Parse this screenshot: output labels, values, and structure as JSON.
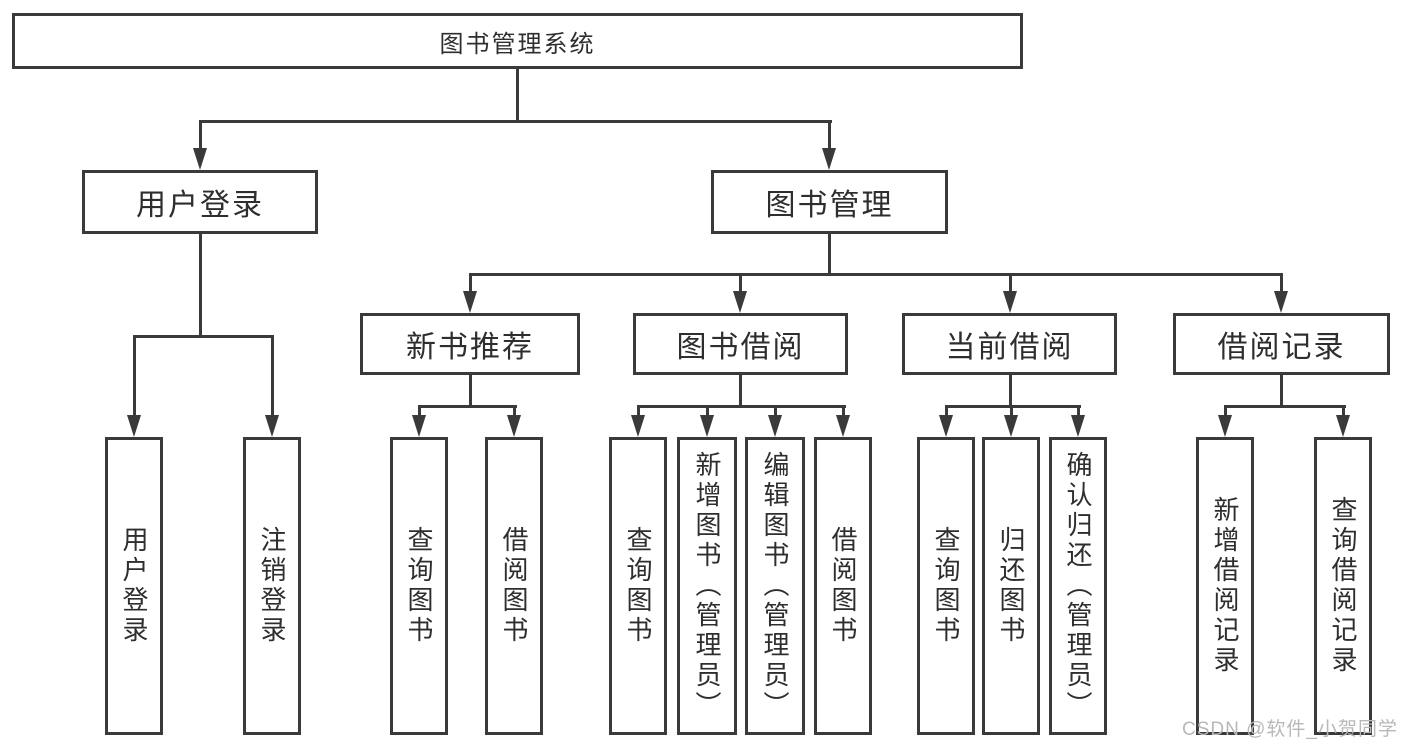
{
  "colors": {
    "line": "#3a3a3a",
    "text": "#2e2e2e",
    "watermark": "#b8b8b8",
    "bg": "#ffffff"
  },
  "watermark": {
    "text": "CSDN @软件_小贺同学"
  },
  "tree": {
    "label": "图书管理系统",
    "children": [
      {
        "label": "用户登录",
        "children": [
          {
            "label": "用户登录"
          },
          {
            "label": "注销登录"
          }
        ]
      },
      {
        "label": "图书管理",
        "children": [
          {
            "label": "新书推荐",
            "children": [
              {
                "label": "查询图书"
              },
              {
                "label": "借阅图书"
              }
            ]
          },
          {
            "label": "图书借阅",
            "children": [
              {
                "label": "查询图书"
              },
              {
                "label": "新增图书（管理员）"
              },
              {
                "label": "编辑图书（管理员）"
              },
              {
                "label": "借阅图书"
              }
            ]
          },
          {
            "label": "当前借阅",
            "children": [
              {
                "label": "查询图书"
              },
              {
                "label": "归还图书"
              },
              {
                "label": "确认归还（管理员）"
              }
            ]
          },
          {
            "label": "借阅记录",
            "children": [
              {
                "label": "新增借阅记录"
              },
              {
                "label": "查询借阅记录"
              }
            ]
          }
        ]
      }
    ]
  }
}
